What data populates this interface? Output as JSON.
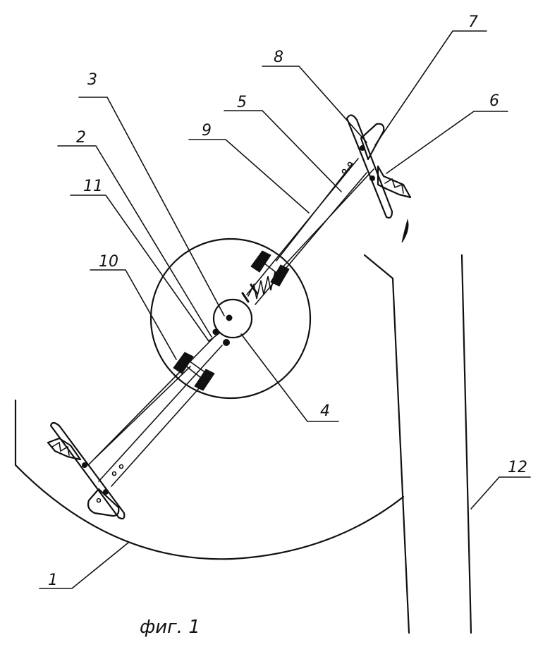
{
  "labels": {
    "l1": "1",
    "l2": "2",
    "l3": "3",
    "l4": "4",
    "l5": "5",
    "l6": "6",
    "l7": "7",
    "l8": "8",
    "l9": "9",
    "l10": "10",
    "l11": "11",
    "l12": "12"
  },
  "caption": "фиг. 1"
}
